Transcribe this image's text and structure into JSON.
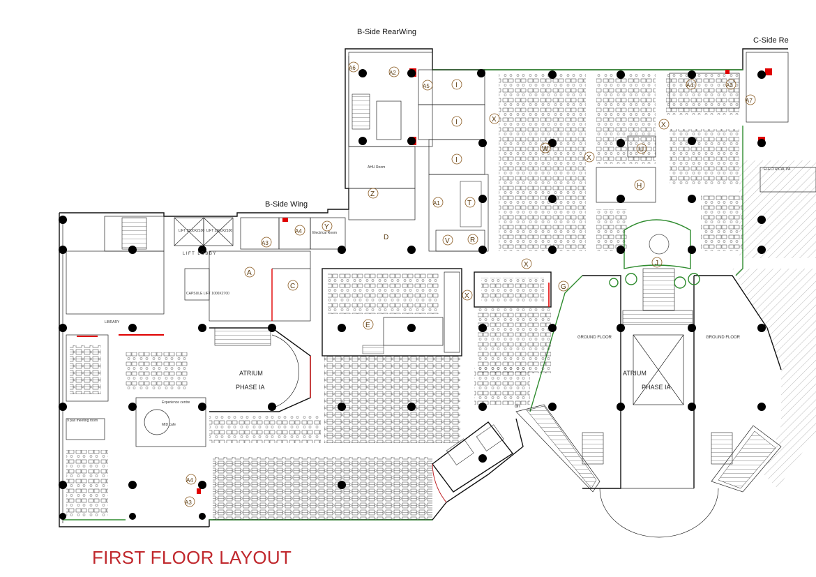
{
  "title": "FIRST FLOOR LAYOUT",
  "wings": {
    "b_side_rear": "B-Side RearWing",
    "b_side": "B-Side Wing",
    "c_side": "C-Side Re"
  },
  "areas": {
    "lift_lobby": "LIFT LOBBY",
    "lift_1": "LIFT 2500X2100",
    "lift_2": "LIFT 2500X2100",
    "capsule_lift": "CAPSULE LIFT 1000X2700",
    "library": "LIBRARY",
    "experience_centre": "Experience centre",
    "mid_cafe": "MID cafe",
    "atrium_left": "ATRIUM",
    "phase_left": "PHASE IA",
    "atrium_right": "ATRIUM",
    "phase_right": "PHASE IA",
    "ground_floor_left": "GROUND FLOOR",
    "ground_floor_right": "GROUND FLOOR",
    "electrical_room": "Electrical Room",
    "ahu_room": "AHU Room",
    "electrical_panel": "ELECTRICAL PA",
    "meeting_room": "9 pax meeting room",
    "dn": "dn"
  },
  "room_tags": {
    "a": "A",
    "c": "C",
    "e": "E",
    "g": "G",
    "h": "H",
    "j": "J",
    "x1": "X",
    "x2": "X",
    "x3": "X",
    "x4": "X",
    "x5": "X",
    "w": "W",
    "u": "U",
    "i1": "I",
    "i2": "I",
    "i3": "I",
    "t": "T",
    "v": "V",
    "r": "R",
    "d": "D",
    "z": "Z",
    "y": "Y",
    "a1": "A1",
    "a2": "A2",
    "a3_left": "A3",
    "a3_right": "A3",
    "a4_left": "A4",
    "a4_right": "A4",
    "a4_bottom": "A4",
    "a5": "A5",
    "a6": "A6",
    "a7": "A7",
    "a3_bottom": "A3"
  },
  "colors": {
    "title": "#c0282d",
    "walls": "#111111",
    "landscape": "#2e8b2e",
    "room_tag": "#5a3b10",
    "fire_equipment": "#e00000"
  }
}
